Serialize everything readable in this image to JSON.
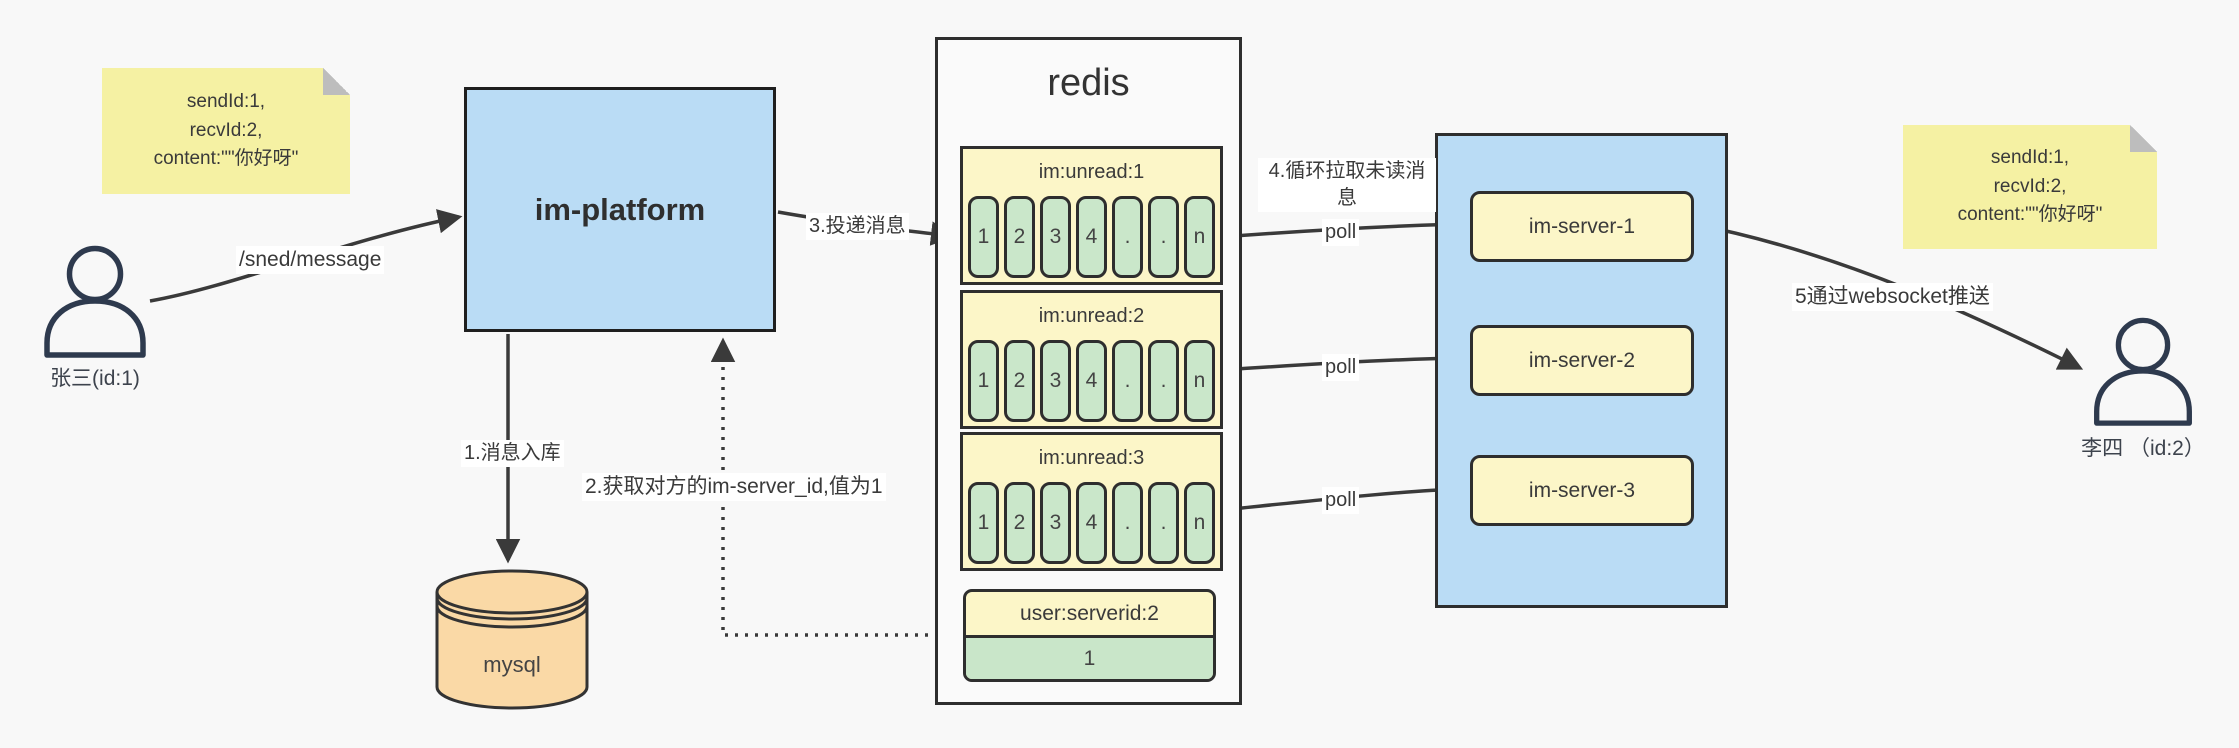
{
  "colors": {
    "background": "#f8f8f8",
    "note_yellow": "#f5f1a3",
    "block_yellow": "#fcf6c8",
    "cell_green": "#cae7ca",
    "container_blue": "#badcf5",
    "db_orange": "#fad9a6",
    "line_dark": "#3a3a3a"
  },
  "notes": {
    "left": {
      "line1": "sendId:1,",
      "line2": "recvId:2,",
      "line3": "content:\"\"你好呀\""
    },
    "right": {
      "line1": "sendId:1,",
      "line2": "recvId:2,",
      "line3": "content:\"\"你好呀\""
    }
  },
  "actors": {
    "left": {
      "label": "张三(id:1)"
    },
    "right": {
      "label": "李四 （id:2）"
    }
  },
  "platform": {
    "label": "im-platform"
  },
  "db": {
    "label": "mysql"
  },
  "redis": {
    "title": "redis",
    "queues": [
      {
        "header": "im:unread:1",
        "cells": [
          "1",
          "2",
          "3",
          "4",
          ".",
          ".",
          "n"
        ]
      },
      {
        "header": "im:unread:2",
        "cells": [
          "1",
          "2",
          "3",
          "4",
          ".",
          ".",
          "n"
        ]
      },
      {
        "header": "im:unread:3",
        "cells": [
          "1",
          "2",
          "3",
          "4",
          ".",
          ".",
          "n"
        ]
      }
    ],
    "kv": {
      "header": "user:serverid:2",
      "value": "1"
    }
  },
  "servers": {
    "items": [
      {
        "label": "im-server-1"
      },
      {
        "label": "im-server-2"
      },
      {
        "label": "im-server-3"
      }
    ]
  },
  "edges": {
    "send_label": "/sned/message",
    "step1": "1.消息入库",
    "step2": "2.获取对方的im-server_id,值为1",
    "step3": "3.投递消息",
    "step4": "4.循环拉取未读消息",
    "poll1": "poll",
    "poll2": "poll",
    "poll3": "poll",
    "step5": "5通过websocket推送"
  }
}
